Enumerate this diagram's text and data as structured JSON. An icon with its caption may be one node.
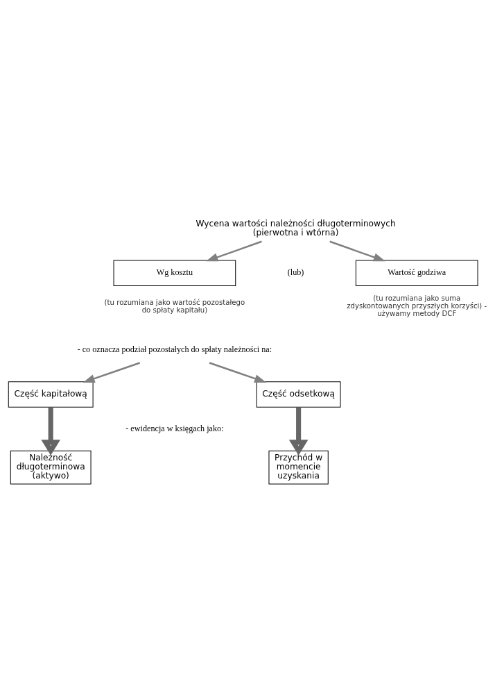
{
  "diagram": {
    "nodes": [
      {
        "text": [
          "Wycena wartości należności długoterminowych (pierwotna i wtórna)"
        ]
      },
      {
        "text": [
          "Wg kosztu"
        ],
        "beside": [
          "(tu rozumiana jako wartość pozostałego do spłaty kapitału)"
        ]
      },
      {
        "text": [
          "Wartość godziwa"
        ],
        "beside": [
          "(tu rozumiana jako suma zdyskontowanych przyszłych korzyści) - używamy metody DCF"
        ]
      },
      {
        "text": [
          "- co oznacza podział pozostałych do spłaty należności na:"
        ]
      },
      {
        "text": [
          "Część kapitałową"
        ]
      },
      {
        "text": [
          "Część odsetkową"
        ]
      },
      {
        "text": [
          "Należność długoterminowa (aktywo)"
        ]
      },
      {
        "text": [
          "Przychód w momencie uzyskania"
        ]
      }
    ],
    "edges": [
      {
        "from": 0,
        "to": 1,
        "arrow": "to"
      },
      {
        "from": 0,
        "to": 2,
        "arrow": "to"
      },
      {
        "from": 3,
        "to": 4,
        "arrow": "to"
      },
      {
        "from": 3,
        "to": 5,
        "arrow": "to"
      },
      {
        "from": 4,
        "to": 6,
        "arrow": "to",
        "style": "thick"
      },
      {
        "from": 5,
        "to": 7,
        "arrow": "to",
        "style": "thick"
      }
    ],
    "labels": [
      "(lub)",
      "- ewidencja w księgach jako:"
    ]
  }
}
